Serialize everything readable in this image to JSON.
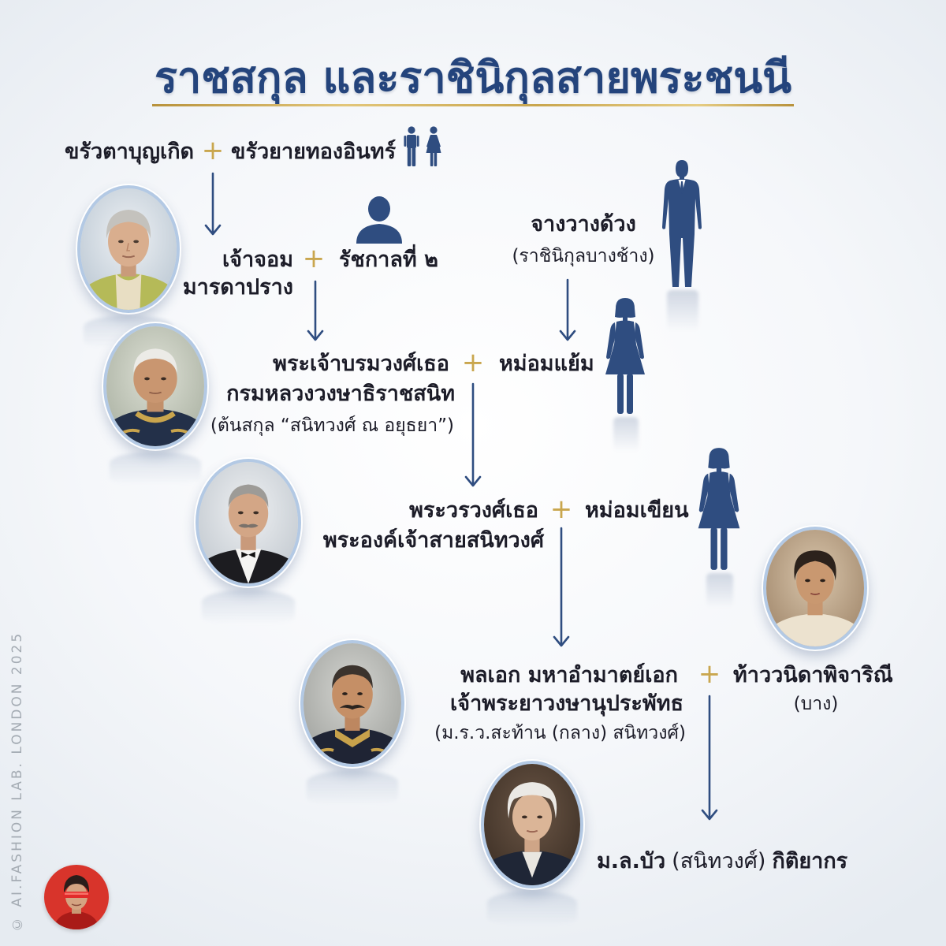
{
  "title": "ราชสกุล และราชินิกุลสายพระชนนี",
  "plus_symbol": "+",
  "generation_1": {
    "grandfather": "ขรัวตาบุญเกิด",
    "grandmother": "ขรัวยายทองอินทร์"
  },
  "generation_2": {
    "mother_line_1": "เจ้าจอม",
    "mother_line_2": "มารดาปราง",
    "father": "รัชกาลที่ ๒"
  },
  "bang_chang_ancestor": {
    "name": "จางวางด้วง",
    "note": "(ราชินิกุลบางช้าง)"
  },
  "generation_3": {
    "prince_line_1": "พระเจ้าบรมวงศ์เธอ",
    "prince_line_2": "กรมหลวงวงษาธิราชสนิท",
    "prince_note": "(ต้นสกุล “สนิทวงศ์ ณ อยุธยา”)",
    "consort": "หม่อมแย้ม"
  },
  "generation_4": {
    "prince_line_1": "พระวรวงศ์เธอ",
    "prince_line_2": "พระองค์เจ้าสายสนิทวงศ์",
    "consort": "หม่อมเขียน"
  },
  "generation_5": {
    "noble_line_1": "พลเอก มหาอำมาตย์เอก",
    "noble_line_2": "เจ้าพระยาวงษานุประพัทธ",
    "noble_note": "(ม.ร.ว.สะท้าน (กลาง) สนิทวงศ์)",
    "wife": "ท้าววนิดาพิจาริณี",
    "wife_note": "(บาง)"
  },
  "generation_6": {
    "title_name": "ม.ล.บัว",
    "maiden_name": "(สนิทวงศ์)",
    "married_name": "กิติยากร"
  },
  "watermark": "© AI.FASHION LAB. LONDON 2025",
  "icons": {
    "couple": [
      "man-icon",
      "woman-icon"
    ],
    "king": "person-bust-icon",
    "bang_chang_ancestor": "standing-man-icon",
    "consorts": [
      "standing-woman-icon",
      "standing-woman-icon"
    ],
    "connector": "arrow-down-icon",
    "joiner": "plus-icon",
    "brand": "avatar-logo"
  },
  "colors": {
    "title": "#24447c",
    "text": "#1c1c28",
    "gold": "#c9a64e",
    "navy": "#2f4d80",
    "frame": "#b3c9e4"
  }
}
